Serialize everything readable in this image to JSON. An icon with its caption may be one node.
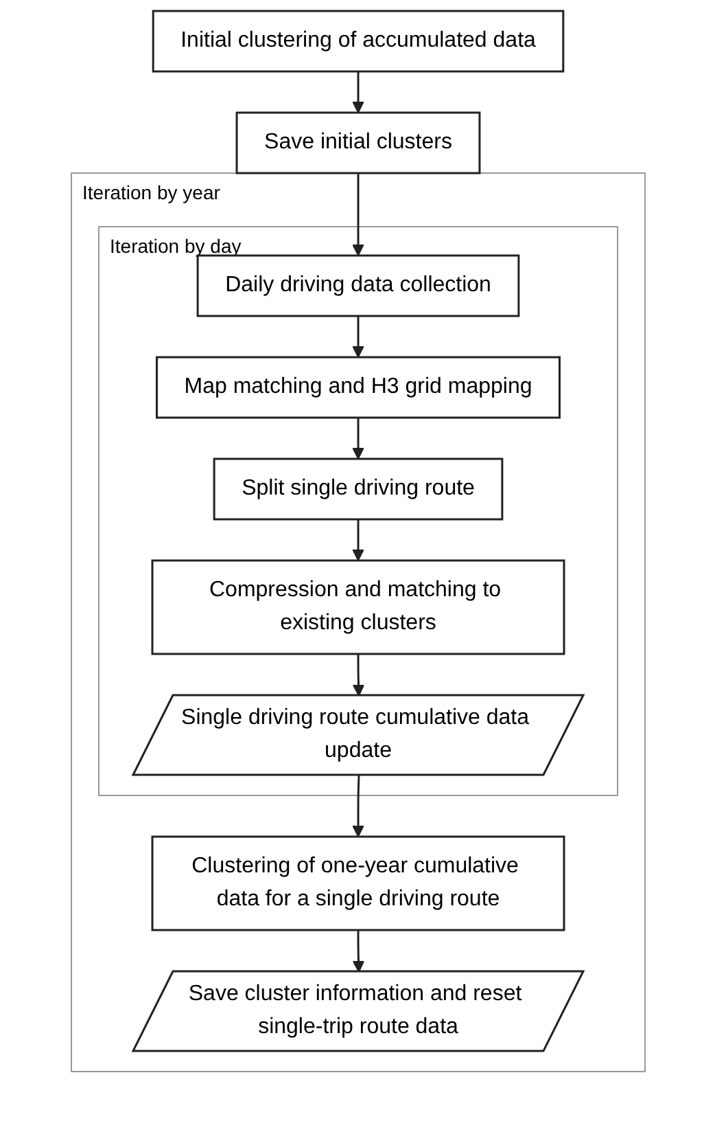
{
  "diagram": {
    "nodes": [
      {
        "text": [
          "Initial clustering of accumulated data"
        ]
      },
      {
        "text": [
          "Save initial clusters"
        ]
      },
      {
        "text": [
          "Iteration by year"
        ]
      },
      {
        "text": [
          "Iteration by day"
        ],
        "in": 2
      },
      {
        "text": [
          "Daily driving data collection"
        ],
        "in": 3
      },
      {
        "text": [
          "Map matching and H3 grid mapping"
        ],
        "in": 3
      },
      {
        "text": [
          "Split single driving route"
        ],
        "in": 3
      },
      {
        "text": [
          "Compression and matching to existing clusters"
        ],
        "in": 3
      },
      {
        "text": [
          "Single driving route cumulative data update"
        ],
        "in": 3
      },
      {
        "text": [
          "Clustering of one-year cumulative data for a single driving route"
        ],
        "in": 2
      },
      {
        "text": [
          "Save cluster information and reset single-trip route data"
        ],
        "in": 2
      }
    ],
    "edges": [
      {
        "from": 0,
        "to": 1,
        "arrow": "to"
      },
      {
        "from": 1,
        "to": 4,
        "arrow": "to"
      },
      {
        "from": 4,
        "to": 5,
        "arrow": "to"
      },
      {
        "from": 5,
        "to": 6,
        "arrow": "to"
      },
      {
        "from": 6,
        "to": 7,
        "arrow": "to"
      },
      {
        "from": 7,
        "to": 8,
        "arrow": "to"
      },
      {
        "from": 8,
        "to": 9,
        "arrow": "to"
      },
      {
        "from": 9,
        "to": 10,
        "arrow": "to"
      }
    ]
  }
}
